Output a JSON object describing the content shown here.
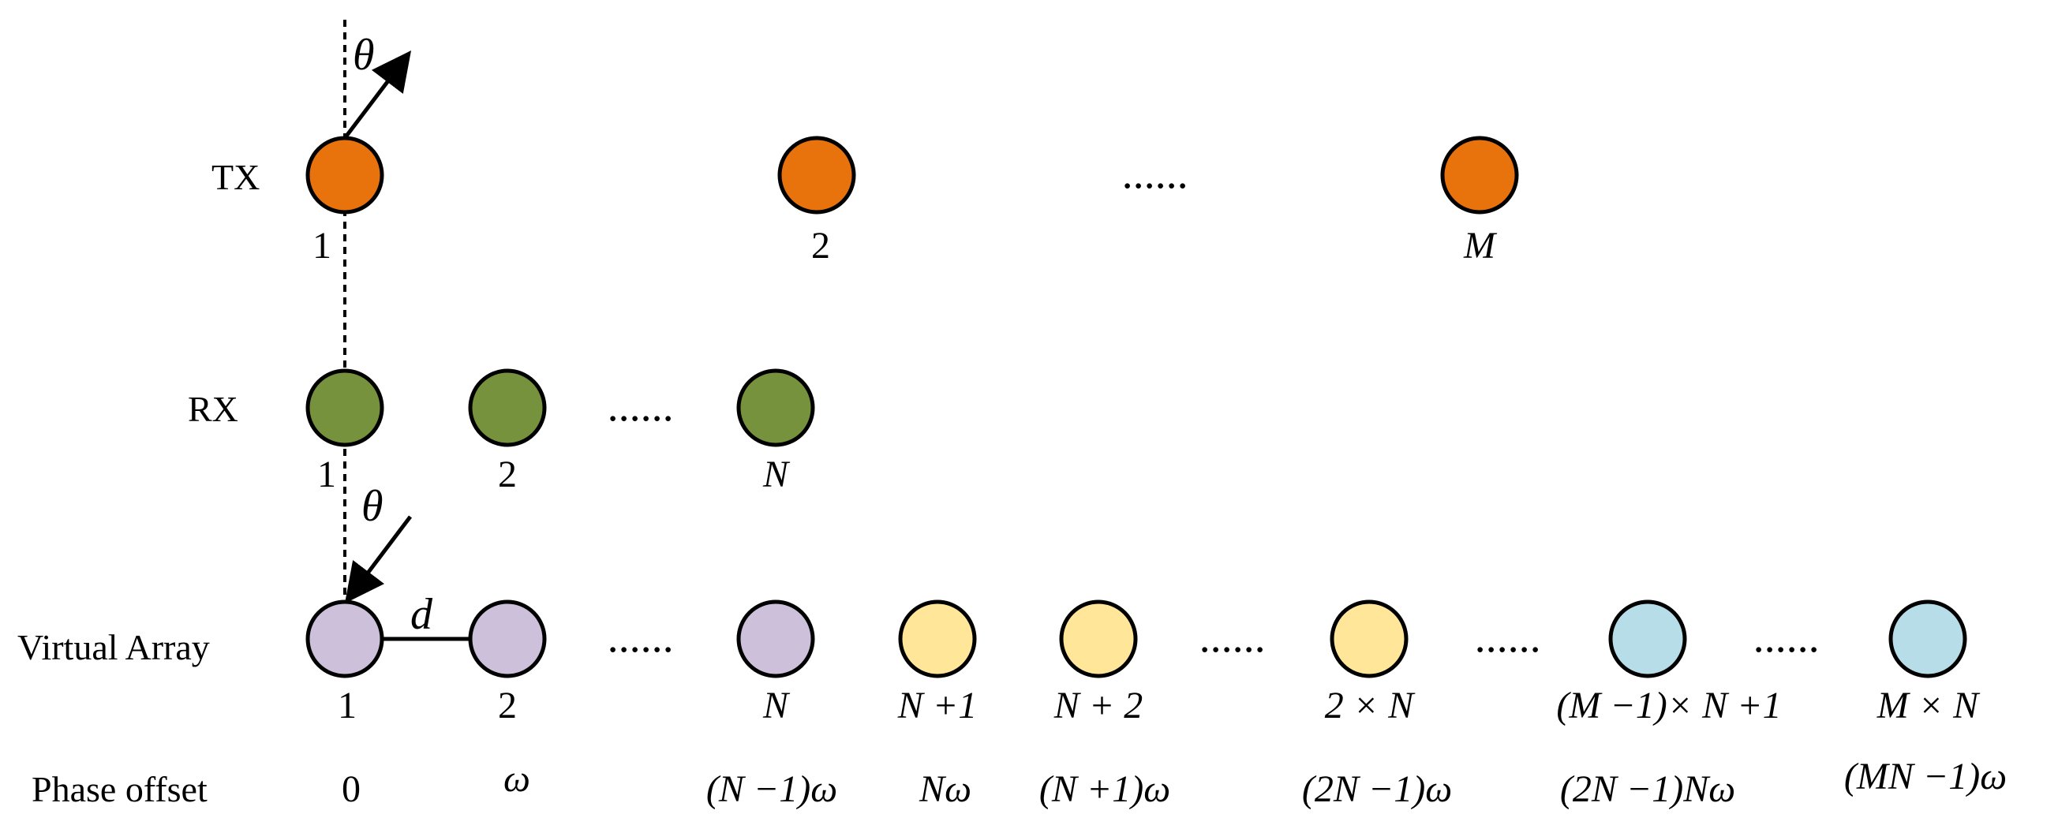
{
  "rows": {
    "tx": "TX",
    "rx": "RX",
    "virtual": "Virtual Array",
    "phase": "Phase offset"
  },
  "symbols": {
    "theta": "θ",
    "d": "d",
    "dots": "......"
  },
  "tx_nodes": [
    {
      "label": "1"
    },
    {
      "label": "2"
    },
    {
      "label": "M",
      "italic": true
    }
  ],
  "rx_nodes": [
    {
      "label": "1"
    },
    {
      "label": "2"
    },
    {
      "label": "N",
      "italic": true
    }
  ],
  "virtual_nodes": [
    {
      "label": "1",
      "phase": "0",
      "group": "first"
    },
    {
      "label": "2",
      "phase": "ω",
      "group": "first"
    },
    {
      "label": "N",
      "phase": "(N −1)ω",
      "group": "first"
    },
    {
      "label": "N +1",
      "phase": "Nω",
      "group": "second"
    },
    {
      "label": "N + 2",
      "phase": "(N +1)ω",
      "group": "second"
    },
    {
      "label": "2 × N",
      "phase": "(2N −1)ω",
      "group": "second"
    },
    {
      "label": "(M −1)× N +1",
      "phase": "(2N −1)Nω",
      "group": "last"
    },
    {
      "label": "M × N",
      "phase": "(MN −1)ω",
      "group": "last"
    }
  ],
  "colors": {
    "tx": "#E8720C",
    "rx": "#76923C",
    "virtual_first": "#CCC0DA",
    "virtual_second": "#FFE699",
    "virtual_last": "#B7DEE8",
    "stroke": "#000000"
  }
}
